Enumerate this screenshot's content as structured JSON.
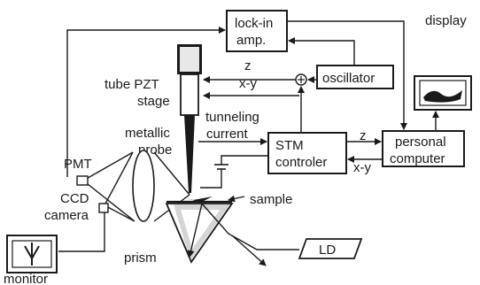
{
  "labels": {
    "lockin_line1": "lock-in",
    "lockin_line2": "amp.",
    "oscillator": "oscillator",
    "display": "display",
    "z_top": "z",
    "xy_top": "x-y",
    "tube_line1": "tube PZT",
    "tube_line2": "stage",
    "tunneling_line1": "tunneling",
    "tunneling_line2": "current",
    "metallic_line1": "metallic",
    "metallic_line2": "probe",
    "stm_line1": "STM",
    "stm_line2": "controler",
    "z_right": "z",
    "xy_right": "x-y",
    "pc_line1": "personal",
    "pc_line2": "computer",
    "pmt": "PMT",
    "ccd_line1": "CCD",
    "ccd_line2": "camera",
    "sample": "sample",
    "ld": "LD",
    "prism": "prism",
    "monitor": "monitor"
  }
}
